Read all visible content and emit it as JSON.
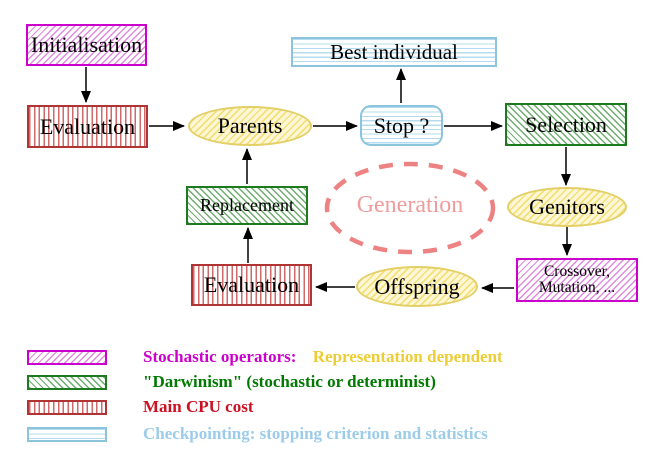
{
  "diagram": {
    "nodes": {
      "initialisation": {
        "label": "Initialisation",
        "style": "magenta-diagonal-hatch"
      },
      "evaluation_top": {
        "label": "Evaluation",
        "style": "red-vertical-stripes"
      },
      "parents": {
        "label": "Parents",
        "style": "yellow-ellipse"
      },
      "best_individual": {
        "label": "Best individual",
        "style": "cyan-horizontal-stripes"
      },
      "stop": {
        "label": "Stop ?",
        "style": "cyan-horizontal-stripes-rounded"
      },
      "selection": {
        "label": "Selection",
        "style": "green-diagonal-hatch"
      },
      "genitors": {
        "label": "Genitors",
        "style": "yellow-ellipse"
      },
      "crossover_mutation": {
        "line1": "Crossover,",
        "line2": "Mutation, ...",
        "style": "magenta-diagonal-hatch"
      },
      "offspring": {
        "label": "Offspring",
        "style": "yellow-ellipse"
      },
      "evaluation_bottom": {
        "label": "Evaluation",
        "style": "red-vertical-stripes"
      },
      "replacement": {
        "label": "Replacement",
        "style": "green-diagonal-hatch"
      },
      "generation": {
        "label": "Generation",
        "style": "salmon-dashed-ellipse"
      }
    },
    "edges": [
      {
        "from": "Initialisation",
        "to": "Evaluation"
      },
      {
        "from": "Evaluation",
        "to": "Parents"
      },
      {
        "from": "Parents",
        "to": "Stop ?"
      },
      {
        "from": "Stop ?",
        "to": "Best individual"
      },
      {
        "from": "Stop ?",
        "to": "Selection"
      },
      {
        "from": "Selection",
        "to": "Genitors"
      },
      {
        "from": "Genitors",
        "to": "Crossover, Mutation, ..."
      },
      {
        "from": "Crossover, Mutation, ...",
        "to": "Offspring"
      },
      {
        "from": "Offspring",
        "to": "Evaluation (bottom)"
      },
      {
        "from": "Evaluation (bottom)",
        "to": "Replacement"
      },
      {
        "from": "Replacement",
        "to": "Parents"
      }
    ]
  },
  "legend": {
    "items": [
      {
        "swatch": "magenta-diagonal-hatch",
        "parts": [
          {
            "text": "Stochastic operators:",
            "color": "#cc00cc"
          },
          {
            "text": "Representation dependent",
            "color": "#eecc33"
          }
        ]
      },
      {
        "swatch": "green-diagonal-hatch",
        "parts": [
          {
            "text": "\"Darwinism\" (stochastic or determinist)",
            "color": "#007a00"
          }
        ]
      },
      {
        "swatch": "red-vertical-stripes",
        "parts": [
          {
            "text": "Main CPU cost",
            "color": "#cc1122"
          }
        ]
      },
      {
        "swatch": "cyan-horizontal-stripes",
        "parts": [
          {
            "text": "Checkpointing: stopping criterion and statistics",
            "color": "#9cccea"
          }
        ]
      }
    ]
  },
  "colors": {
    "magenta_border": "#cc00cc",
    "magenta_hatch": "#e08ae0",
    "green_border": "#1e7a1e",
    "green_hatch": "#6fae6f",
    "red_border": "#b03434",
    "red_stripe": "#cf6a6a",
    "cyan_border": "#8cc4de",
    "cyan_stripe": "#b5dcee",
    "yellow_border": "#e3cf66",
    "yellow_fill": "#fdf7d8",
    "salmon_dash": "#ec8282",
    "generation_text": "#ee9c9c",
    "arrow": "#000000"
  }
}
